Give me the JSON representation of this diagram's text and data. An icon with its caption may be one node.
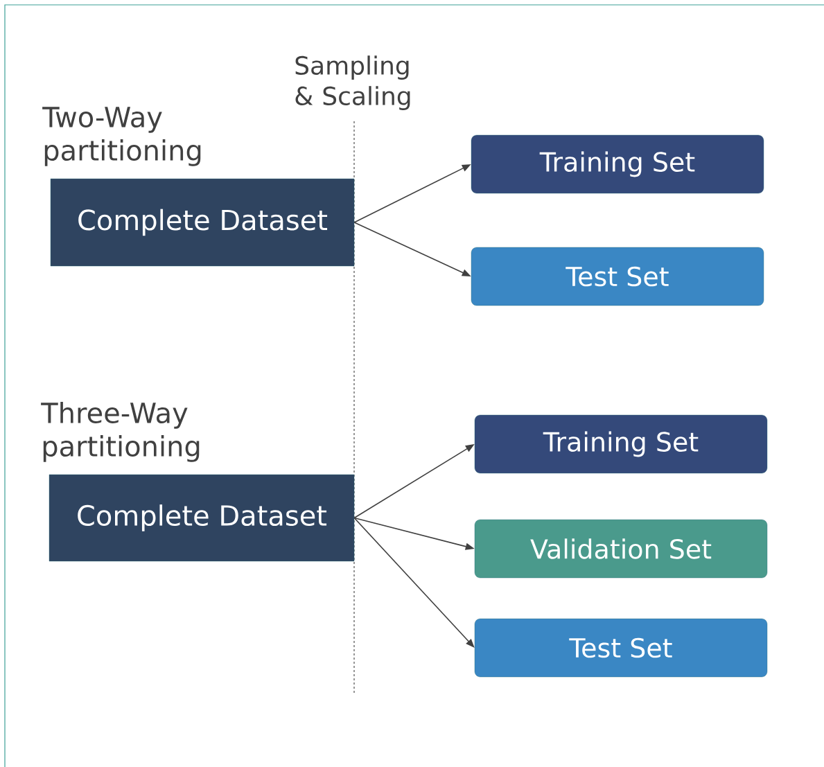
{
  "diagram": {
    "nodes": [
      {
        "text": [
          "Complete Dataset"
        ],
        "beside": [
          "Two-Way partitioning"
        ]
      },
      {
        "text": [
          "Training Set"
        ]
      },
      {
        "text": [
          "Test Set"
        ]
      },
      {
        "text": [
          "Complete Dataset"
        ],
        "beside": [
          "Three-Way partitioning"
        ]
      },
      {
        "text": [
          "Training Set"
        ]
      },
      {
        "text": [
          "Validation Set"
        ]
      },
      {
        "text": [
          "Test Set"
        ]
      }
    ],
    "edges": [
      {
        "from": 0,
        "to": 1,
        "arrow": "to"
      },
      {
        "from": 0,
        "to": 2,
        "arrow": "to"
      },
      {
        "from": 3,
        "to": 4,
        "arrow": "to"
      },
      {
        "from": 3,
        "to": 5,
        "arrow": "to"
      },
      {
        "from": 3,
        "to": 6,
        "arrow": "to"
      }
    ],
    "labels": [
      "Sampling & Scaling"
    ]
  }
}
